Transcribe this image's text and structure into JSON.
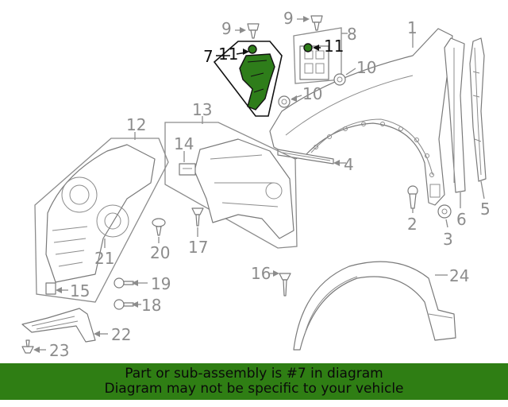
{
  "callouts": {
    "c1": "1",
    "c2": "2",
    "c3": "3",
    "c4": "4",
    "c5": "5",
    "c6": "6",
    "c7": "7",
    "c8": "8",
    "c9a": "9",
    "c9b": "9",
    "c10a": "10",
    "c10b": "10",
    "c11a": "11",
    "c11b": "11",
    "c12": "12",
    "c13": "13",
    "c14": "14",
    "c15": "15",
    "c16": "16",
    "c17": "17",
    "c18": "18",
    "c19": "19",
    "c20": "20",
    "c21": "21",
    "c22": "22",
    "c23": "23",
    "c24": "24"
  },
  "highlight": {
    "part_number": "7",
    "color": "#2e7d1a"
  },
  "banner": {
    "line1": "Part or sub-assembly is #7 in diagram",
    "line2": "Diagram may not be specific to your vehicle",
    "color": "#2f7e14"
  }
}
